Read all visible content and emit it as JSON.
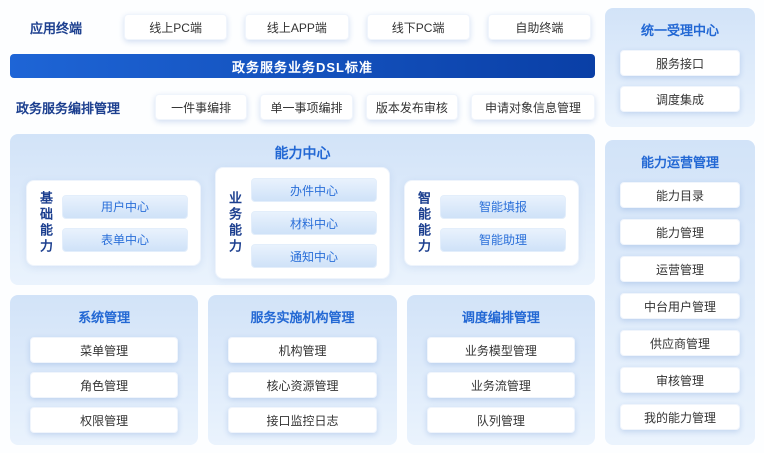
{
  "colors": {
    "accent_blue": "#2368d4",
    "navy_label": "#1c3f8f",
    "banner_gradient_start": "#1e65d6",
    "banner_gradient_end": "#0a3fa6",
    "panel_gradient_top": "#d2e3f8",
    "panel_gradient_bottom": "#eaf3fd",
    "blue_chip_text": "#2a6fd9"
  },
  "terminals": {
    "label": "应用终端",
    "items": [
      "线上PC端",
      "线上APP端",
      "线下PC端",
      "自助终端"
    ]
  },
  "banner": {
    "title": "政务服务业务DSL标准"
  },
  "orchestration": {
    "label": "政务服务编排管理",
    "items": [
      "一件事编排",
      "单一事项编排",
      "版本发布审核",
      "申请对象信息管理"
    ]
  },
  "capability_center": {
    "title": "能力中心",
    "groups": [
      {
        "label": "基础能力",
        "items": [
          "用户中心",
          "表单中心"
        ]
      },
      {
        "label": "业务能力",
        "items": [
          "办件中心",
          "材料中心",
          "通知中心"
        ]
      },
      {
        "label": "智能能力",
        "items": [
          "智能填报",
          "智能助理"
        ]
      }
    ]
  },
  "bottom_panels": [
    {
      "title": "系统管理",
      "items": [
        "菜单管理",
        "角色管理",
        "权限管理"
      ]
    },
    {
      "title": "服务实施机构管理",
      "items": [
        "机构管理",
        "核心资源管理",
        "接口监控日志"
      ]
    },
    {
      "title": "调度编排管理",
      "items": [
        "业务模型管理",
        "业务流管理",
        "队列管理"
      ]
    }
  ],
  "right_panels": [
    {
      "title": "统一受理中心",
      "items": [
        "服务接口",
        "调度集成"
      ]
    },
    {
      "title": "能力运营管理",
      "items": [
        "能力目录",
        "能力管理",
        "运营管理",
        "中台用户管理",
        "供应商管理",
        "审核管理",
        "我的能力管理"
      ]
    }
  ]
}
